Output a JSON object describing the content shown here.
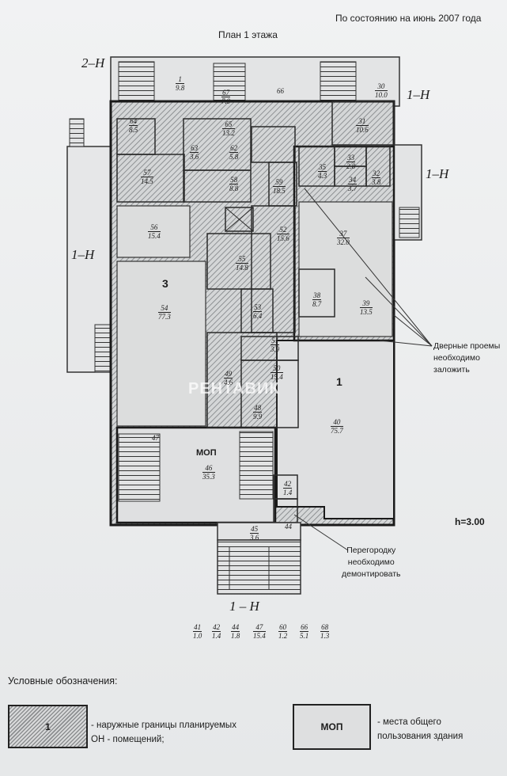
{
  "header": {
    "date": "По состоянию на июнь 2007 года",
    "title": "План 1 этажа"
  },
  "axes": {
    "top_left": "2–Н",
    "top_right": "1–Н",
    "right": "1–Н",
    "left": "1–Н",
    "bottom": "1 – Н"
  },
  "ceiling_height": "h=3.00",
  "annotations": {
    "doorways": [
      "Дверные проемы",
      "необходимо",
      "заложить"
    ],
    "partition": [
      "Перегородку",
      "необходимо",
      "демонтировать"
    ]
  },
  "zone_labels": {
    "zone_1": "1",
    "zone_3": "3",
    "mop": "МОП"
  },
  "rooms": [
    {
      "n": "1",
      "a": "9.8"
    },
    {
      "n": "67",
      "a": "7.9"
    },
    {
      "n": "66",
      "a": ""
    },
    {
      "n": "30",
      "a": "10.0"
    },
    {
      "n": "64",
      "a": "8.5"
    },
    {
      "n": "65",
      "a": "13.2"
    },
    {
      "n": "31",
      "a": "10.6"
    },
    {
      "n": "63",
      "a": "3.6"
    },
    {
      "n": "62",
      "a": "5.8"
    },
    {
      "n": "57",
      "a": "14.5"
    },
    {
      "n": "58",
      "a": "8.8"
    },
    {
      "n": "59",
      "a": "18.5"
    },
    {
      "n": "33",
      "a": "2.8"
    },
    {
      "n": "35",
      "a": "4.3"
    },
    {
      "n": "34",
      "a": "3.7"
    },
    {
      "n": "32",
      "a": "3.8"
    },
    {
      "n": "56",
      "a": "15.4"
    },
    {
      "n": "52",
      "a": "15.6"
    },
    {
      "n": "37",
      "a": "32.0"
    },
    {
      "n": "55",
      "a": "14.8"
    },
    {
      "n": "54",
      "a": "77.3"
    },
    {
      "n": "53",
      "a": "6.4"
    },
    {
      "n": "38",
      "a": "8.7"
    },
    {
      "n": "39",
      "a": "13.5"
    },
    {
      "n": "51",
      "a": "3.9"
    },
    {
      "n": "50",
      "a": "15.4"
    },
    {
      "n": "49",
      "a": "4.6"
    },
    {
      "n": "48",
      "a": "9.9"
    },
    {
      "n": "40",
      "a": "75.7"
    },
    {
      "n": "47",
      "a": ""
    },
    {
      "n": "46",
      "a": "35.3"
    },
    {
      "n": "42",
      "a": "1.4"
    },
    {
      "n": "45",
      "a": "3.6"
    },
    {
      "n": "44",
      "a": ""
    }
  ],
  "area_table": [
    {
      "n": "41",
      "a": "1.0"
    },
    {
      "n": "42",
      "a": "1.4"
    },
    {
      "n": "44",
      "a": "1.8"
    },
    {
      "n": "47",
      "a": "15.4"
    },
    {
      "n": "60",
      "a": "1.2"
    },
    {
      "n": "66",
      "a": "5.1"
    },
    {
      "n": "68",
      "a": "1.3"
    }
  ],
  "watermark": "РЕНТАВИК",
  "legend": {
    "title": "Условные обозначения:",
    "hatched_label": "1",
    "hatched_text": [
      "- наружные границы планируемых",
      "ОН - помещений;"
    ],
    "mop_label": "МОП",
    "mop_text": [
      "- места общего",
      "пользования здания"
    ]
  }
}
